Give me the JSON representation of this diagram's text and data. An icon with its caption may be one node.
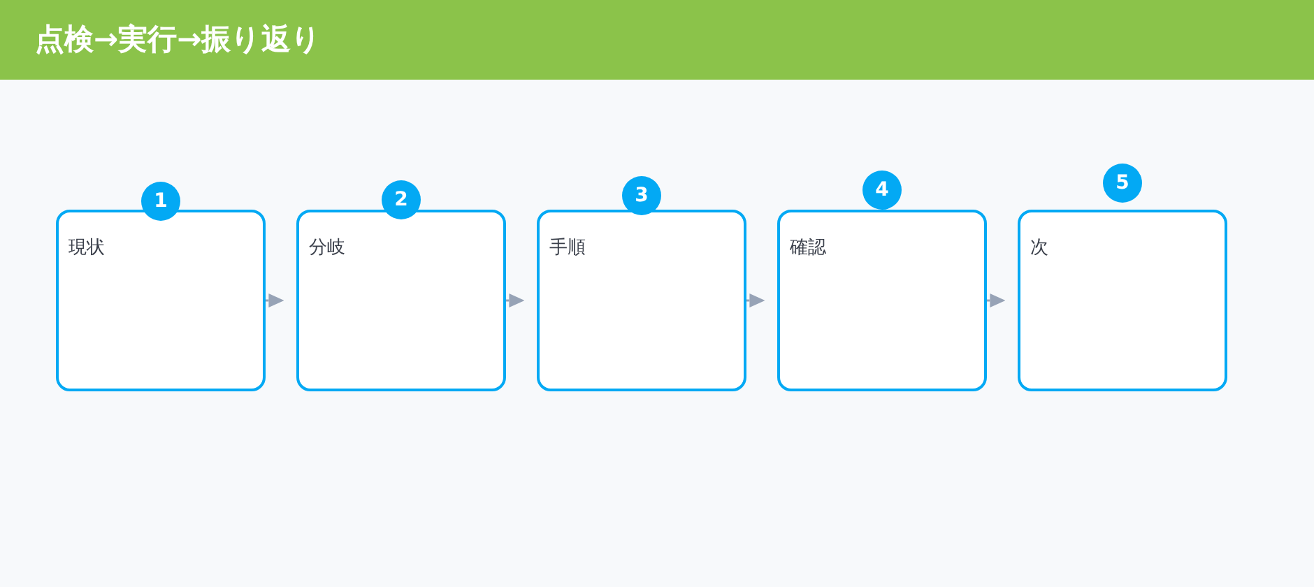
{
  "diagram": {
    "title": "点検→実行→振り返り",
    "nodes": [
      {
        "text": [
          "1"
        ]
      },
      {
        "text": [
          "現状"
        ]
      },
      {
        "text": [
          "2"
        ]
      },
      {
        "text": [
          "分岐"
        ]
      },
      {
        "text": [
          "3"
        ]
      },
      {
        "text": [
          "手順"
        ]
      },
      {
        "text": [
          "4"
        ]
      },
      {
        "text": [
          "確認"
        ]
      },
      {
        "text": [
          "5"
        ]
      },
      {
        "text": [
          "次"
        ]
      }
    ],
    "edges": [
      {
        "from": 1,
        "to": 3,
        "arrow": "to"
      },
      {
        "from": 3,
        "to": 5,
        "arrow": "to"
      },
      {
        "from": 5,
        "to": 7,
        "arrow": "to"
      },
      {
        "from": 7,
        "to": 9,
        "arrow": "to"
      }
    ]
  }
}
